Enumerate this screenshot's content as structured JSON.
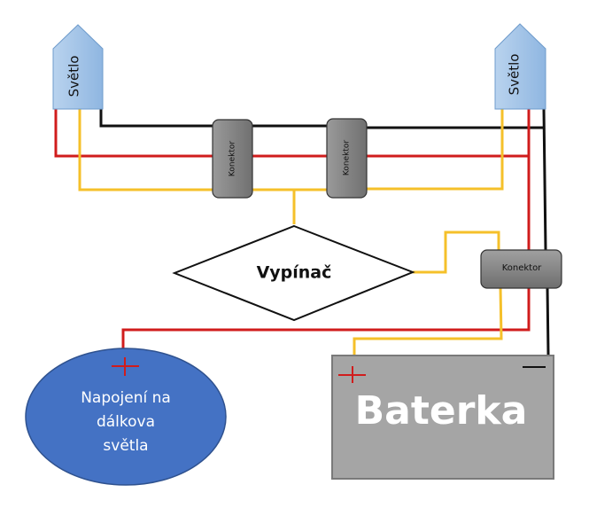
{
  "diagram": {
    "lights": [
      {
        "label": "Světlo"
      },
      {
        "label": "Světlo"
      }
    ],
    "connectors": [
      {
        "label": "Konektor"
      },
      {
        "label": "Konektor"
      },
      {
        "label": "Konektor"
      }
    ],
    "switch": {
      "label": "Vypínač"
    },
    "high_beam": {
      "lines": [
        "Napojení na",
        "dálkova",
        "světla"
      ],
      "polarity": "+"
    },
    "battery": {
      "label": "Baterka",
      "positive": "+",
      "negative": "−"
    },
    "colors": {
      "wire_red": "#d01c1c",
      "wire_yellow": "#f5c02a",
      "wire_black": "#111111",
      "light_fill": "#9dc3e6",
      "connector_fill": "#808080",
      "ellipse_fill": "#4472c4",
      "battery_fill": "#a5a5a5"
    }
  }
}
